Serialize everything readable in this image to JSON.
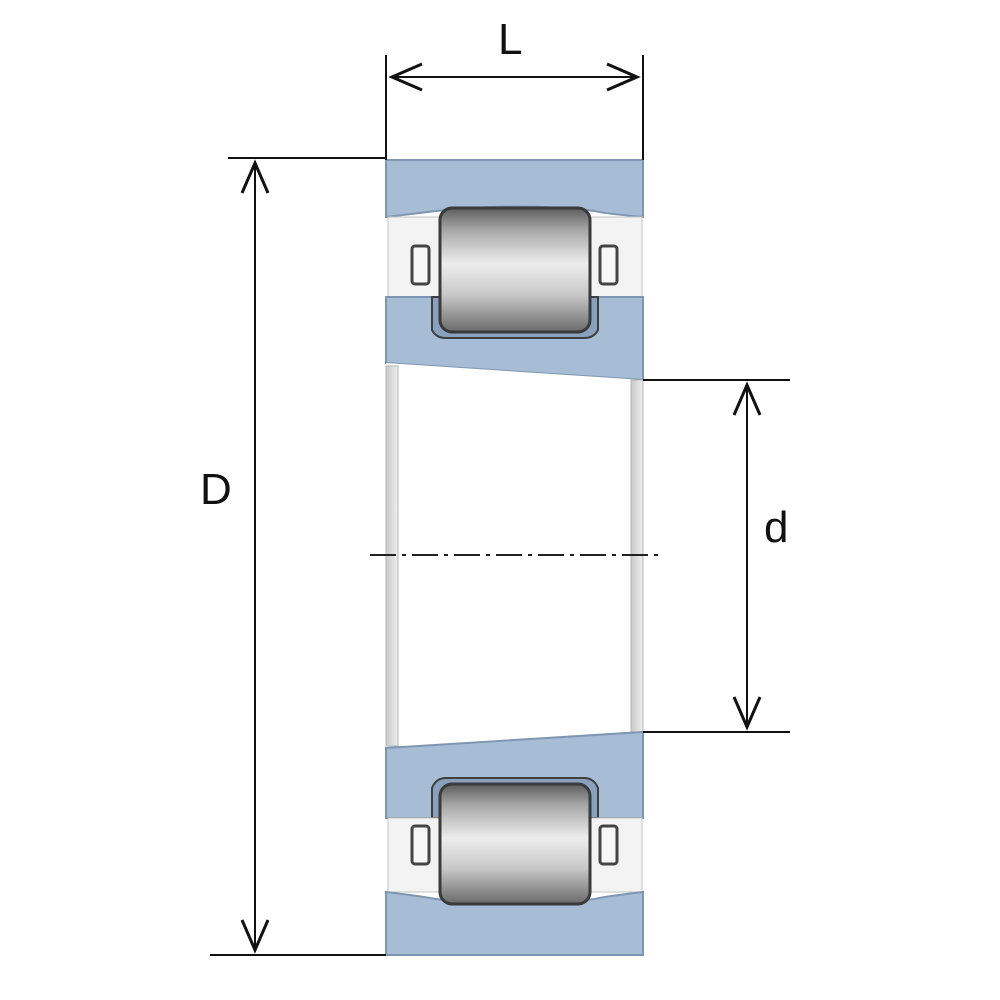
{
  "labels": {
    "L": "L",
    "D": "D",
    "d": "d"
  },
  "colors": {
    "ring": "#a7bdd6",
    "ring_edge": "#6e86a3",
    "roller_light": "#e9e9e9",
    "roller_dark": "#6f6f6f",
    "bore": "#ffffff",
    "bore_edge": "#b9b9b9",
    "dimension_line": "#111111"
  }
}
